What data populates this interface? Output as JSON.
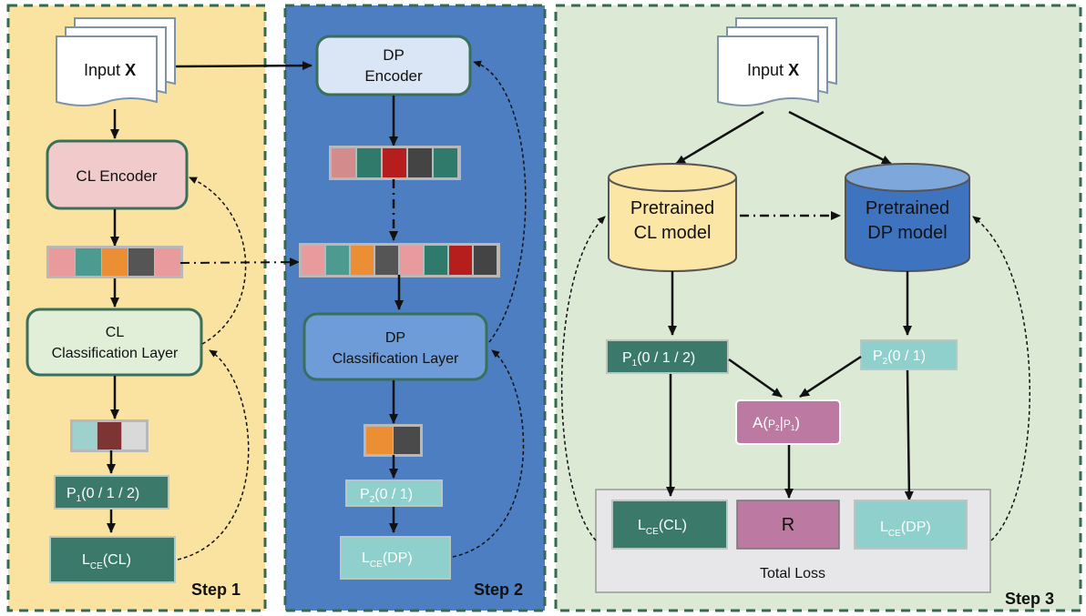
{
  "step1": {
    "label": "Step 1",
    "input_prefix": "Input",
    "input_var": "X",
    "encoder": "CL Encoder",
    "cls_line1": "CL",
    "cls_line2": "Classification Layer",
    "pred_p": "P",
    "pred_sub": "1",
    "pred_rest": "(0 / 1 / 2)",
    "loss_l": "L",
    "loss_sub": "CE",
    "loss_rest": "(CL)"
  },
  "step2": {
    "label": "Step 2",
    "encoder_line1": "DP",
    "encoder_line2": "Encoder",
    "cls_line1": "DP",
    "cls_line2": "Classification Layer",
    "pred_p": "P",
    "pred_sub": "2",
    "pred_rest": "(0 / 1)",
    "loss_l": "L",
    "loss_sub": "CE",
    "loss_rest": "(DP)"
  },
  "step3": {
    "label": "Step 3",
    "input_prefix": "Input",
    "input_var": "X",
    "cl_model_line1": "Pretrained",
    "cl_model_line2": "CL model",
    "dp_model_line1": "Pretrained",
    "dp_model_line2": "DP model",
    "p1_p": "P",
    "p1_sub": "1",
    "p1_rest": "(0 / 1 / 2)",
    "p2_p": "P",
    "p2_sub": "2",
    "p2_rest": "(0 / 1)",
    "agree_a": "A(",
    "agree_p2": "P",
    "agree_sub2": "2",
    "agree_bar": "|",
    "agree_p1": "P",
    "agree_sub1": "1",
    "agree_close": ")",
    "loss_cl_l": "L",
    "loss_cl_sub": "CE",
    "loss_cl_rest": "(CL)",
    "r_label": "R",
    "loss_dp_l": "L",
    "loss_dp_sub": "CE",
    "loss_dp_rest": "(DP)",
    "total_loss": "Total Loss"
  },
  "colors": {
    "panel1_bg": "#fae3a1",
    "panel2_bg": "#4d7ec1",
    "panel3_bg": "#dce9d5",
    "panel_border": "#356a52",
    "dark_teal": "#3b7a6a",
    "light_teal": "#8fd0cc",
    "pink_node": "#f1cbcb",
    "green_node": "#e1efd9",
    "blue_node": "#dae6f5",
    "mid_blue_node": "#6d9cd8",
    "node_border": "#3a6f5c",
    "mauve": "#bc7aa2",
    "cylinder_yellow": "#fbe6a6",
    "cylinder_blue": "#3e73c0",
    "total_loss_bg": "#e7e7e9"
  },
  "embedding_colors": {
    "step1_cl": [
      "#e89a9c",
      "#4d9b90",
      "#ec8e34",
      "#555555",
      "#e89a9c"
    ],
    "step1_out": [
      "#9ed1cd",
      "#7f3434",
      "#d9d9d9"
    ],
    "step2_dp": [
      "#d48b8b",
      "#2f7a6a",
      "#b61e1e",
      "#444444",
      "#2f7a6a"
    ],
    "step2_concat": [
      "#e89a9c",
      "#4d9b90",
      "#ec8e34",
      "#555555",
      "#e89a9c",
      "#2f7a6a",
      "#b61e1e",
      "#444444"
    ],
    "step2_out": [
      "#ec8e34",
      "#4a4a4a"
    ]
  }
}
